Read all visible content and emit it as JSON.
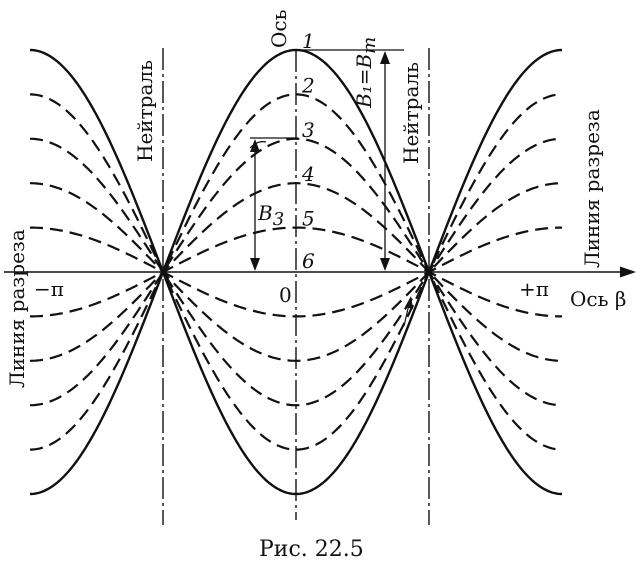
{
  "figure": {
    "caption": "Рис. 22.5",
    "axes": {
      "vertical_label": "Ось",
      "horizontal_label": "Ось β",
      "origin_label": "0",
      "minus_pi_label": "−π",
      "plus_pi_label": "+π"
    },
    "labels": {
      "neutral_left": "Нейтраль",
      "neutral_right": "Нейтраль",
      "cut_line_left": "Линия разреза",
      "cut_line_right": "Линия разреза",
      "b1_bm": "B₁=B",
      "b1_bm_sub": "m",
      "b3": "B",
      "b3_sub": "3"
    },
    "curve_numbers": [
      "1",
      "2",
      "3",
      "4",
      "5",
      "6"
    ],
    "curve_amplitudes": [
      1.0,
      0.8,
      0.6,
      0.4,
      0.2,
      0.0
    ],
    "colors": {
      "ink": "#111111",
      "background": "#ffffff"
    }
  }
}
